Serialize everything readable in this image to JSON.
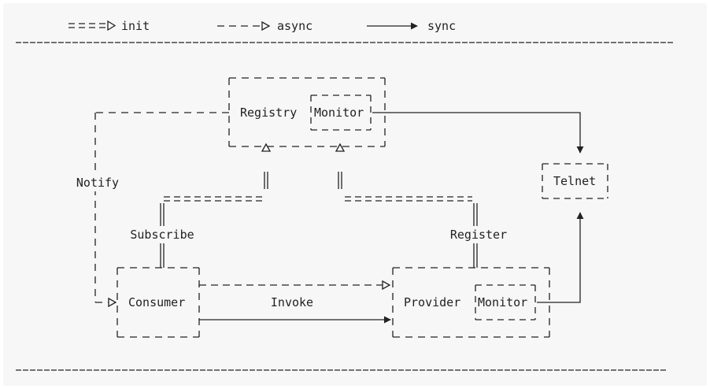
{
  "legend": {
    "init_label": "init",
    "async_label": "async",
    "sync_label": "sync"
  },
  "nodes": {
    "registry": "Registry",
    "registry_monitor": "Monitor",
    "telnet": "Telnet",
    "consumer": "Consumer",
    "provider": "Provider",
    "provider_monitor": "Monitor"
  },
  "edges": {
    "notify": "Notify",
    "subscribe": "Subscribe",
    "register": "Register",
    "invoke": "Invoke"
  },
  "colors": {
    "ink": "#222222",
    "panel_background": "#f7f7f7"
  }
}
